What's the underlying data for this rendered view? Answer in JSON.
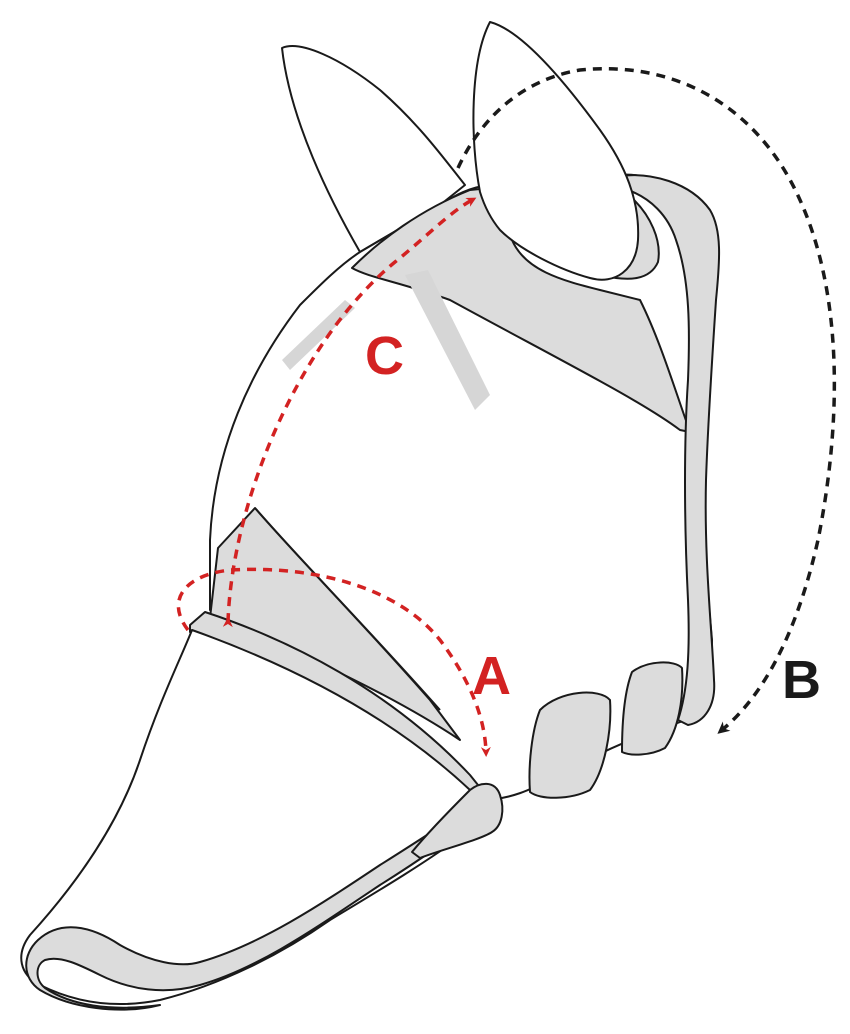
{
  "labels": {
    "a": "A",
    "b": "B",
    "c": "C"
  },
  "colors": {
    "red_measure": "#d32222",
    "black_measure": "#1a1a1a",
    "trim": "#dcdcdc",
    "outline": "#1a1a1a"
  }
}
